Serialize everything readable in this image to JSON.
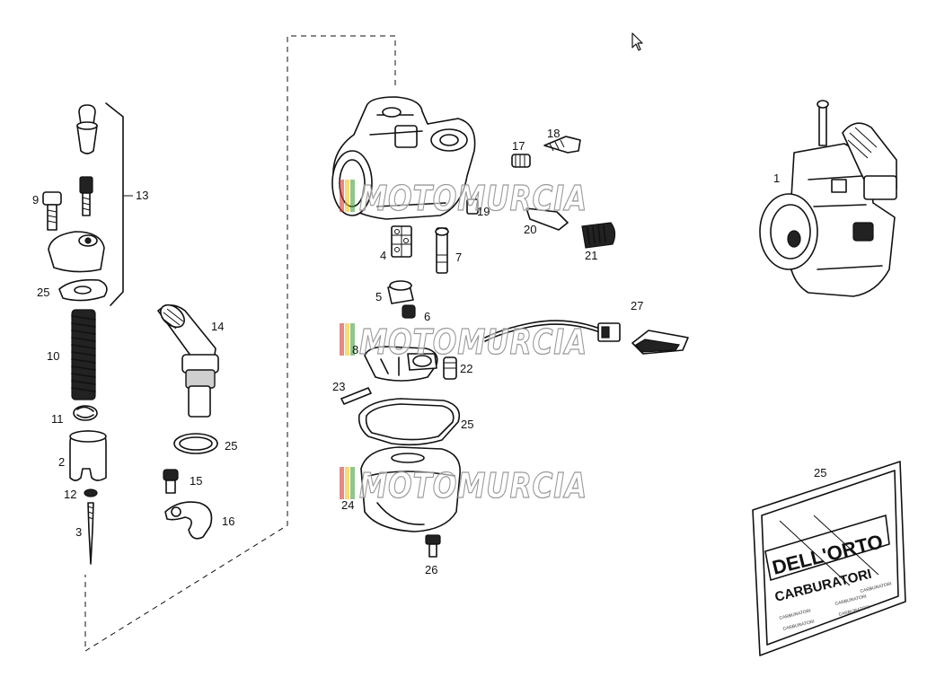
{
  "watermark": {
    "text": "MOTOMURCIA",
    "stripe_colors": [
      "#d93a2b",
      "#f0c419",
      "#4a9e3f"
    ]
  },
  "labels": {
    "p1": "1",
    "p2": "2",
    "p3": "3",
    "p4": "4",
    "p5": "5",
    "p6": "6",
    "p7": "7",
    "p8": "8",
    "p9": "9",
    "p10": "10",
    "p11": "11",
    "p12": "12",
    "p13": "13",
    "p14": "14",
    "p15": "15",
    "p16": "16",
    "p17": "17",
    "p18": "18",
    "p19": "19",
    "p20": "20",
    "p21": "21",
    "p22": "22",
    "p23": "23",
    "p24": "24",
    "p25": "25",
    "p26": "26",
    "p27": "27"
  },
  "kit_bag": {
    "brand": "DELL'ORTO",
    "product": "CARBURATORI",
    "small_print": [
      "CARBURATORI",
      "CARBURATORI",
      "CARBURATORI",
      "CARBURATORI",
      "CARBURATORI"
    ]
  },
  "cursor": "arrow-pointer-icon"
}
